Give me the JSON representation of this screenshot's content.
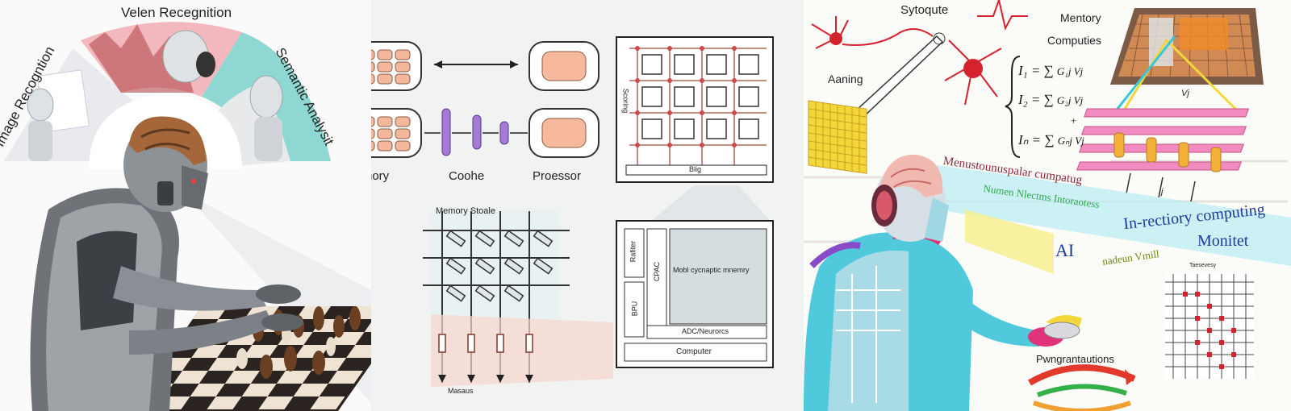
{
  "left_panel": {
    "arc_labels": {
      "top": "Velen Recegnition",
      "left": "Image Recogntion",
      "right": "Semantic Analysit"
    }
  },
  "middle_panel": {
    "hierarchy_labels": {
      "memory": "Memory",
      "cache": "Coohe",
      "processor": "Proessor"
    },
    "grid_chip_side": "Scoring",
    "grid_chip_bottom": "Blig",
    "crossbar_title": "Memory Stoale",
    "crossbar_bottom": "Masaus",
    "system_blocks": {
      "left_top": "Rafiter",
      "left_bottom": "BPU",
      "mid": "CPAC",
      "main": "Mobl cycnaptic mnemry",
      "bar": "ADC/Neurorcs",
      "bottom": "Computer"
    }
  },
  "right_panel": {
    "labels": {
      "synapse": "Sytoqute",
      "learning": "Aaning",
      "memory": "Mentory",
      "computing": "Computies",
      "vj": "Vj",
      "ij": "Ij",
      "chart_title": "Taesevesy",
      "feedback": "Pwngrantautions"
    },
    "equations": [
      {
        "lhs": "I₁ = ",
        "rhs": "G₁j Vj"
      },
      {
        "lhs": "I₂ = ",
        "rhs": "G₂j Vj"
      },
      {
        "lhs": "+",
        "rhs": ""
      },
      {
        "lhs": "Iₙ = ",
        "rhs": "Gₙj Vj"
      }
    ],
    "glow_texts": {
      "t1": "Menustounuspalar cumpatug",
      "t2": "Numen Nlectms Intoraotess",
      "t3": "In-rectiory computing",
      "t4": "AI",
      "t5": "Monitet",
      "t6": "nadeun Vmill"
    },
    "colors": {
      "cyan": "#36c6d8",
      "magenta": "#e0337a",
      "neuron_red": "#d4232e",
      "yellow": "#f3d63a"
    }
  }
}
